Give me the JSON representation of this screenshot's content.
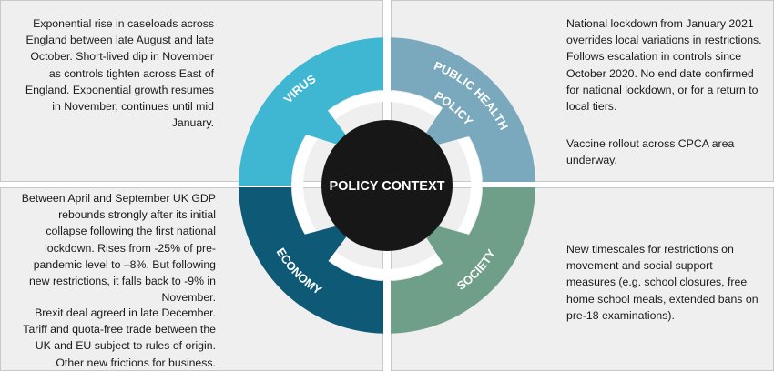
{
  "center_label": "POLICY CONTEXT",
  "quadrants": {
    "virus": {
      "label": "VIRUS",
      "color": "#3fb7d3",
      "text": "Exponential rise in caseloads across England between late August and late October. Short-lived dip in November as controls tighten across East of England. Exponential growth resumes in November, continues until mid January."
    },
    "public_health": {
      "label_line1": "PUBLIC HEALTH",
      "label_line2": "POLICY",
      "color": "#7aa9bd",
      "text1": "National lockdown from January 2021 overrides local variations in restrictions. Follows escalation in controls since October 2020. No end date confirmed for national lockdown, or for a return to local tiers.",
      "text2": "Vaccine rollout across CPCA area underway."
    },
    "economy": {
      "label": "ECONOMY",
      "color": "#0e5a76",
      "text1": "Between April and September UK GDP rebounds strongly after its initial collapse following the first national lockdown. Rises from -25% of pre-pandemic level to –8%. But following new restrictions, it falls back to -9% in November.",
      "text2": "Brexit deal agreed in late December. Tariff and quota-free trade between the UK and EU subject to rules of origin. Other new frictions for business."
    },
    "society": {
      "label": "SOCIETY",
      "color": "#6f9e89",
      "text": "New timescales for restrictions on movement and social support measures (e.g. school closures, free home school meals, extended bans on pre-18 examinations)."
    }
  }
}
